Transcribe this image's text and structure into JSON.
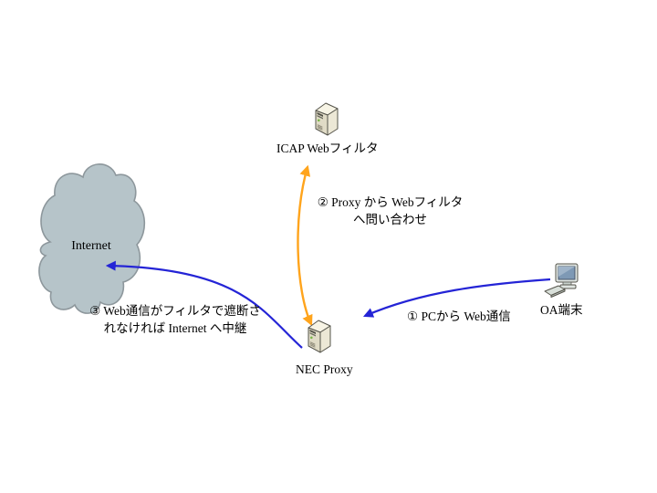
{
  "diagram": {
    "nodes": {
      "internet": {
        "label": "Internet"
      },
      "icap_filter": {
        "label": "ICAP Webフィルタ"
      },
      "nec_proxy": {
        "label": "NEC Proxy"
      },
      "oa_terminal": {
        "label": "OA端末"
      }
    },
    "flows": {
      "step1": {
        "label": "① PCから Web通信",
        "from": "OA端末",
        "to": "NEC Proxy",
        "color": "#2424d6"
      },
      "step2": {
        "lines": [
          "② Proxy から Webフィルタ",
          "へ問い合わせ"
        ],
        "from": "NEC Proxy",
        "to": "ICAP Webフィルタ",
        "color": "#ffa41c"
      },
      "step3": {
        "lines": [
          "③ Web通信がフィルタで遮断さ",
          "れなければ Internet へ中継"
        ],
        "from": "NEC Proxy",
        "to": "Internet",
        "color": "#2424d6"
      }
    },
    "colors": {
      "cloud_fill": "#b6c4c9",
      "cloud_stroke": "#8d979c",
      "arrow_blue": "#2424d6",
      "arrow_orange": "#ffa41c",
      "background": "#ffffff"
    }
  }
}
